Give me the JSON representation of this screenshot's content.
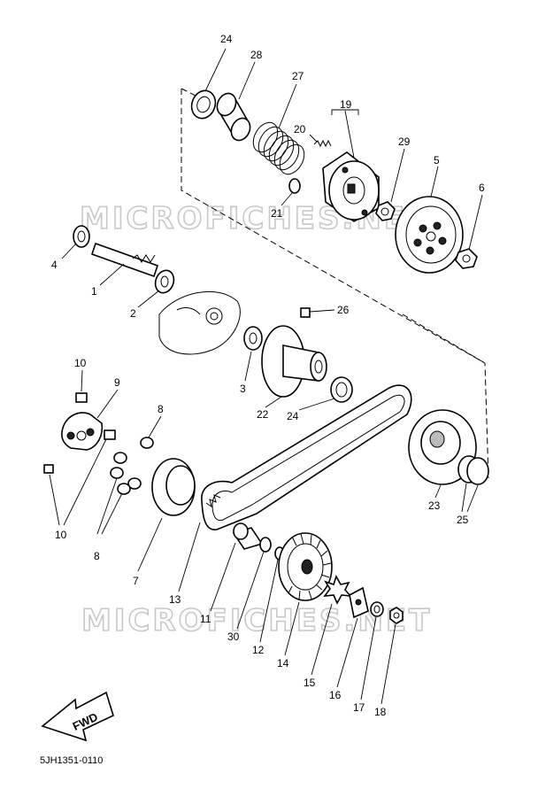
{
  "watermark": "MICROFICHES.NET",
  "part_code": "5JH1351-0110",
  "fwd_label": "FWD",
  "callouts": {
    "c1": "1",
    "c2": "2",
    "c3": "3",
    "c4": "4",
    "c5": "5",
    "c6": "6",
    "c7": "7",
    "c8a": "8",
    "c8b": "8",
    "c9": "9",
    "c10a": "10",
    "c10b": "10",
    "c11": "11",
    "c12": "12",
    "c13": "13",
    "c14": "14",
    "c15": "15",
    "c16": "16",
    "c17": "17",
    "c18": "18",
    "c19": "19",
    "c20": "20",
    "c21": "21",
    "c22": "22",
    "c23": "23",
    "c24a": "24",
    "c24b": "24",
    "c25": "25",
    "c26": "26",
    "c27": "27",
    "c28": "28",
    "c29": "29",
    "c30": "30"
  }
}
